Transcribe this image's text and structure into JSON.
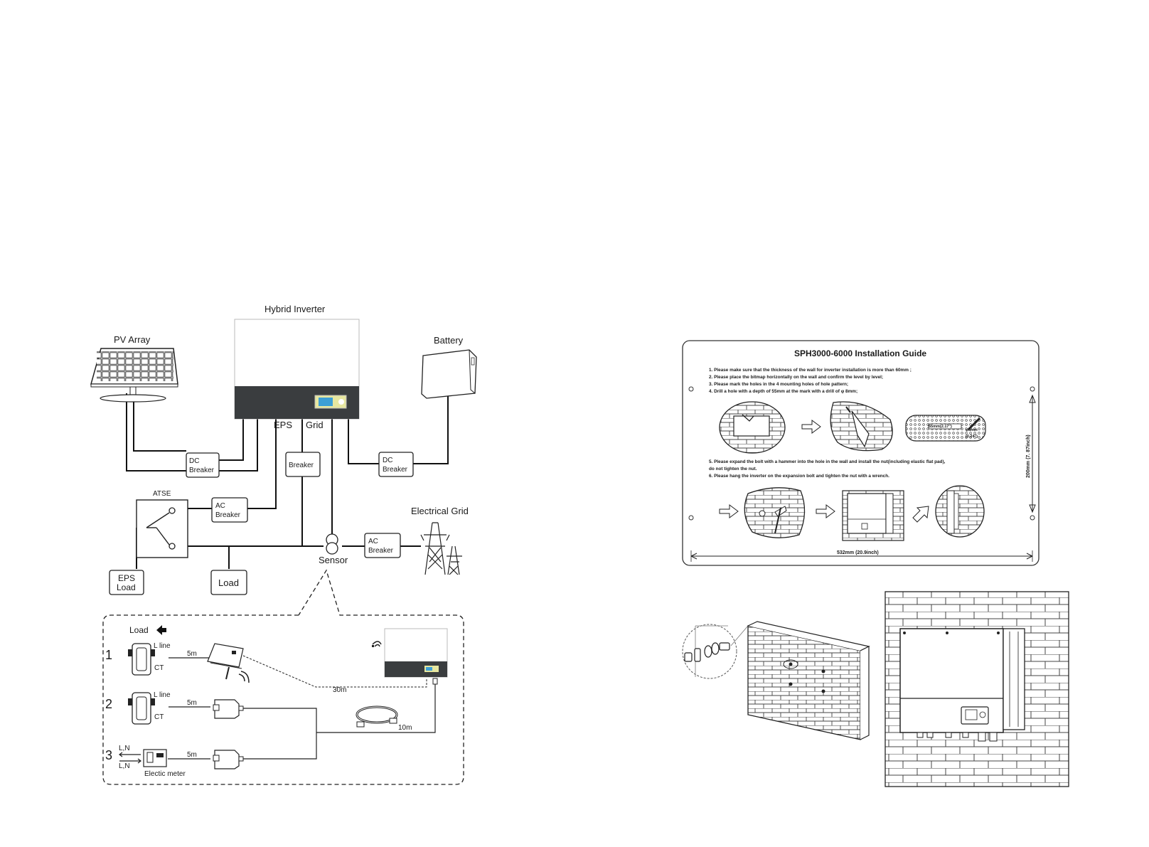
{
  "system_diagram": {
    "hybrid_inverter": "Hybrid Inverter",
    "pv_array": "PV Array",
    "battery": "Battery",
    "eps_port": "EPS",
    "grid_port": "Grid",
    "dc_breaker_left": [
      "DC",
      "Breaker"
    ],
    "dc_breaker_right": [
      "DC",
      "Breaker"
    ],
    "breaker": "Breaker",
    "atse": "ATSE",
    "ac_breaker_eps": [
      "AC",
      "Breaker"
    ],
    "ac_breaker_grid": [
      "AC",
      "Breaker"
    ],
    "electrical_grid": "Electrical Grid",
    "sensor": "Sensor",
    "eps_load": [
      "EPS",
      "Load"
    ],
    "load": "Load"
  },
  "sensor_detail": {
    "load_label": "Load",
    "options": [
      {
        "num": "1",
        "line": "L line",
        "ct": "CT",
        "dist": "5m"
      },
      {
        "num": "2",
        "line": "L line",
        "ct": "CT",
        "dist": "5m"
      },
      {
        "num": "3",
        "ln_top": "L,N",
        "ln_bottom": "L,N",
        "dist": "5m",
        "meter": "Electic meter"
      }
    ],
    "wireless_dist": "30m",
    "cable_dist": "10m"
  },
  "install_guide": {
    "title": "SPH3000-6000 Installation Guide",
    "steps_top": [
      "1. Please make sure that the thickness of the wall for inverter installation is more than 60mm ;",
      "2. Please place the bitmap horizontally on the wall and confirm the level by level;",
      "3. Please mark the holes in the 4 mounting holes of hole pattern;",
      "4. Drill a hole with a depth of 55mm at the mark with a drill of  φ 8mm;"
    ],
    "drill_depth": "55mm(2.17\")",
    "drill_dia": "φ6mm",
    "drill_dia2": "(0.24\")",
    "steps_bottom": [
      "5. Please expand the bolt with a hammer into the hole in the wall and install the nut(including elastic flat pad),",
      "   do not tighten the nut.",
      "6. Please  hang  the  inverter on the expansion bolt and tighten the nut with a wrench."
    ],
    "width_dim": "532mm (20.9inch)",
    "height_dim": "200mm (7. 87inch)"
  }
}
